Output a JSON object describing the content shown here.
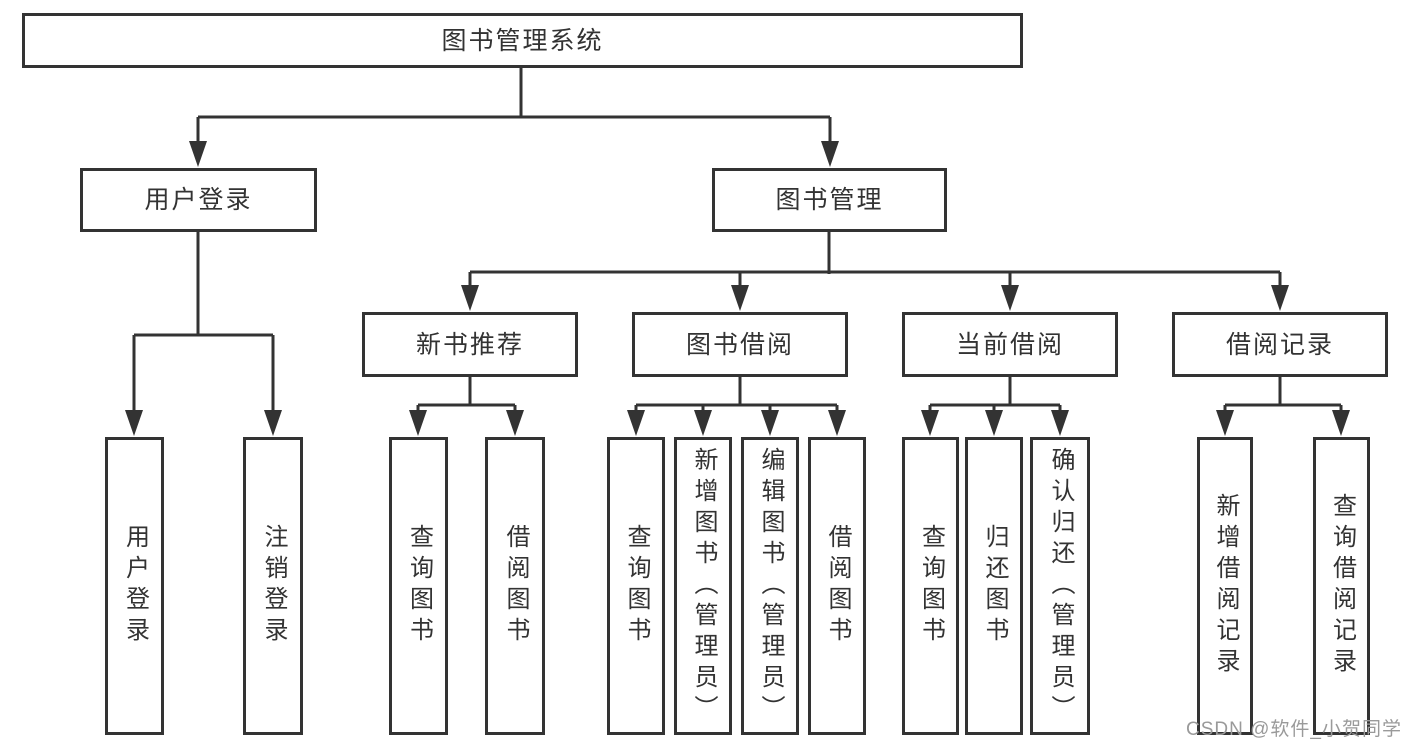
{
  "tree": {
    "label": "图书管理系统",
    "children": [
      {
        "label": "用户登录",
        "children": [
          {
            "label": "用户登录"
          },
          {
            "label": "注销登录"
          }
        ]
      },
      {
        "label": "图书管理",
        "children": [
          {
            "label": "新书推荐",
            "children": [
              {
                "label": "查询图书"
              },
              {
                "label": "借阅图书"
              }
            ]
          },
          {
            "label": "图书借阅",
            "children": [
              {
                "label": "查询图书"
              },
              {
                "label": "新增图书（管理员）"
              },
              {
                "label": "编辑图书（管理员）"
              },
              {
                "label": "借阅图书"
              }
            ]
          },
          {
            "label": "当前借阅",
            "children": [
              {
                "label": "查询图书"
              },
              {
                "label": "归还图书"
              },
              {
                "label": "确认归还（管理员）"
              }
            ]
          },
          {
            "label": "借阅记录",
            "children": [
              {
                "label": "新增借阅记录"
              },
              {
                "label": "查询借阅记录"
              }
            ]
          }
        ]
      }
    ]
  },
  "watermark": {
    "text": "CSDN @软件_小贺同学"
  },
  "colors": {
    "line": "#333333",
    "text": "#333333",
    "box_background": "#ffffff",
    "watermark": "#9a9a9a",
    "background": "#ffffff"
  }
}
